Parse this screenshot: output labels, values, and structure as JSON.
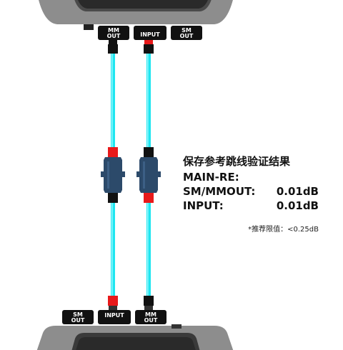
{
  "top_device": {
    "ports": [
      {
        "line1": "MM",
        "line2": "OUT"
      },
      {
        "line1": "INPUT",
        "line2": ""
      },
      {
        "line1": "SM",
        "line2": "OUT"
      }
    ]
  },
  "bottom_device": {
    "ports": [
      {
        "line1": "SM",
        "line2": "OUT"
      },
      {
        "line1": "INPUT",
        "line2": ""
      },
      {
        "line1": "MM",
        "line2": "OUT"
      }
    ]
  },
  "result": {
    "title": "保存参考跳线验证结果",
    "device": "MAIN-RE:",
    "rows": [
      {
        "label": "SM/MMOUT:",
        "value": "0.01dB"
      },
      {
        "label": "INPUT:",
        "value": "0.01dB"
      }
    ],
    "note": "*推荐限值：<0.25dB"
  },
  "colors": {
    "fiber": "#1fe6f0",
    "connector_red": "#e8191a",
    "connector_black": "#111111",
    "adapter": "#2c4a6a",
    "device_body": "#9a9a9a"
  }
}
